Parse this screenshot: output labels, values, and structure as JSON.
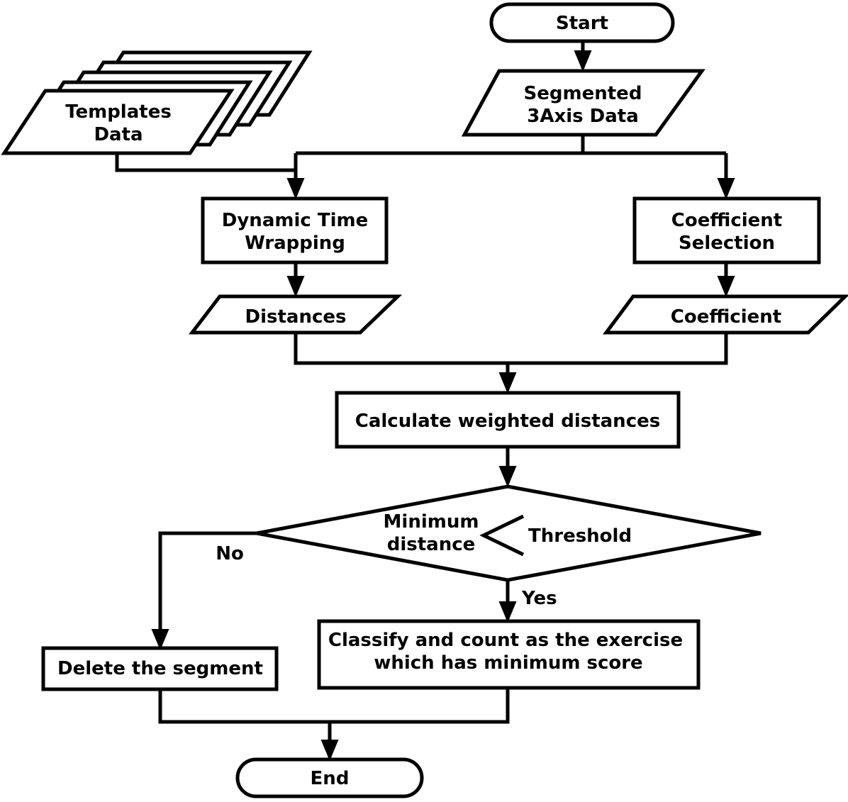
{
  "nodes": {
    "start": {
      "label": "Start"
    },
    "segmented": {
      "line1": "Segmented",
      "line2": "3Axis Data"
    },
    "templates": {
      "line1": "Templates",
      "line2": "Data"
    },
    "dtw": {
      "line1": "Dynamic Time",
      "line2": "Wrapping"
    },
    "coef_sel": {
      "line1": "Coefficient",
      "line2": "Selection"
    },
    "distances": {
      "label": "Distances"
    },
    "coefficient": {
      "label": "Coefficient"
    },
    "calc": {
      "label": "Calculate weighted distances"
    },
    "decision": {
      "left1": "Minimum",
      "left2": "distance",
      "right": "Threshold"
    },
    "delete": {
      "label": "Delete the segment"
    },
    "classify": {
      "line1": "Classify and count as the exercise",
      "line2": "which has minimum score"
    },
    "end": {
      "label": "End"
    }
  },
  "edges": {
    "no": "No",
    "yes": "Yes"
  }
}
